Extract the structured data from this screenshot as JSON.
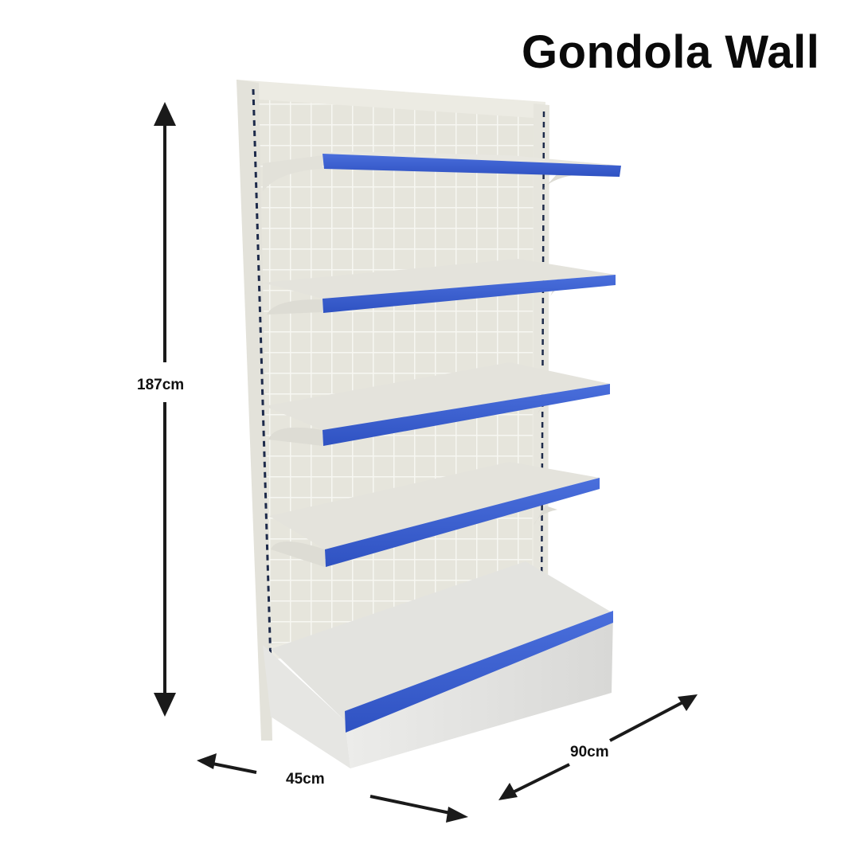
{
  "title": "Gondola Wall",
  "dimensions": {
    "height": "187cm",
    "depth": "45cm",
    "width": "90cm"
  },
  "product": {
    "name": "gondola wall shelving unit",
    "shelf_count": 5,
    "colors": {
      "frame": "#e9e8e0",
      "shelf_top": "#e4e4dc",
      "price_strip": "#3a5fcf",
      "arrow": "#1a1a1a"
    }
  }
}
